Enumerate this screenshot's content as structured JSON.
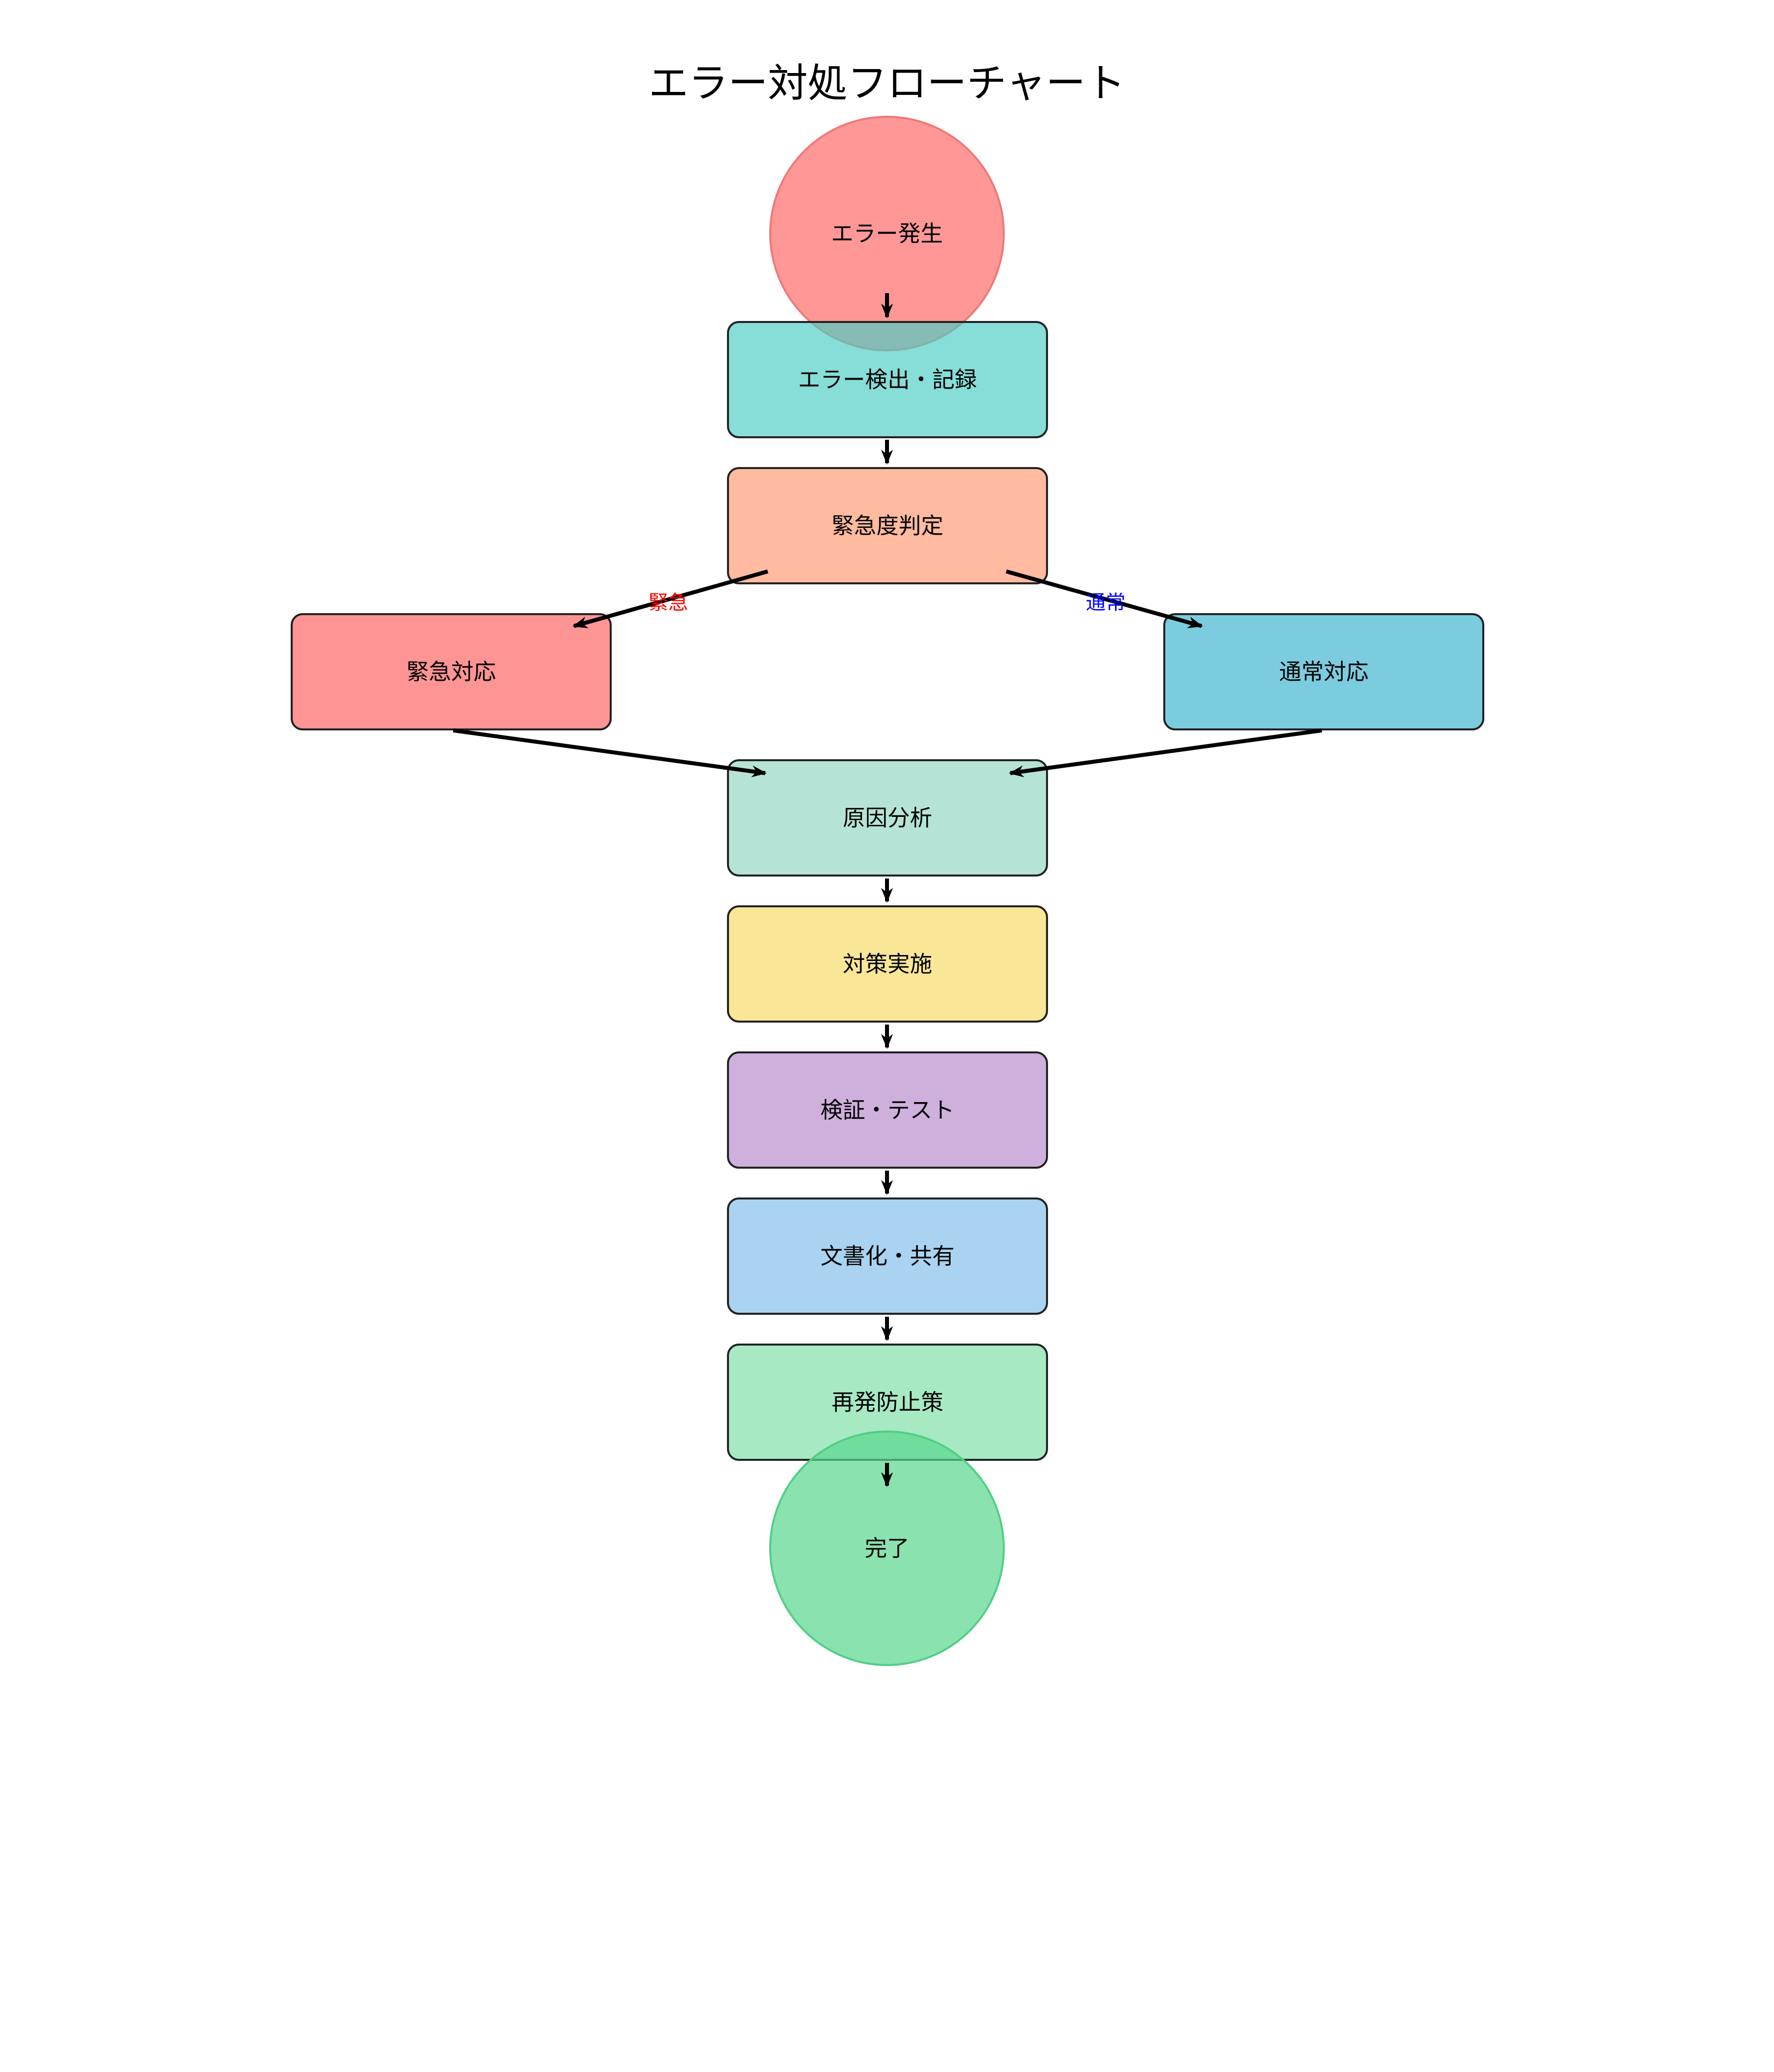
{
  "title": "エラー対処フローチャート",
  "nodes": [
    {
      "id": "start",
      "label": "エラー発生",
      "shape": "circle",
      "fill": "#ff8080",
      "stroke": "#f07878",
      "opacity": 0.82
    },
    {
      "id": "detect",
      "label": "エラー検出・記録",
      "shape": "rect",
      "fill": "#4ecdc4",
      "stroke": "#222222",
      "opacity": 0.68
    },
    {
      "id": "judge",
      "label": "緊急度判定",
      "shape": "rect",
      "fill": "#ffa07a",
      "stroke": "#222222",
      "opacity": 0.72
    },
    {
      "id": "urgent",
      "label": "緊急対応",
      "shape": "rect",
      "fill": "#ff6b6b",
      "stroke": "#222222",
      "opacity": 0.72
    },
    {
      "id": "normal",
      "label": "通常対応",
      "shape": "rect",
      "fill": "#45b7d1",
      "stroke": "#222222",
      "opacity": 0.7
    },
    {
      "id": "analysis",
      "label": "原因分析",
      "shape": "rect",
      "fill": "#96d9c6",
      "stroke": "#222222",
      "opacity": 0.7
    },
    {
      "id": "measure",
      "label": "対策実施",
      "shape": "rect",
      "fill": "#f7dc6f",
      "stroke": "#222222",
      "opacity": 0.72
    },
    {
      "id": "verify",
      "label": "検証・テスト",
      "shape": "rect",
      "fill": "#bb8fce",
      "stroke": "#222222",
      "opacity": 0.7
    },
    {
      "id": "document",
      "label": "文書化・共有",
      "shape": "rect",
      "fill": "#85c1e9",
      "stroke": "#222222",
      "opacity": 0.7
    },
    {
      "id": "prevent",
      "label": "再発防止策",
      "shape": "rect",
      "fill": "#82e0aa",
      "stroke": "#222222",
      "opacity": 0.7
    },
    {
      "id": "end",
      "label": "完了",
      "shape": "circle",
      "fill": "#58d68d",
      "stroke": "#4fcf85",
      "opacity": 0.7
    }
  ],
  "edges": [
    {
      "from": "start",
      "to": "detect",
      "label": "",
      "label_color": ""
    },
    {
      "from": "detect",
      "to": "judge",
      "label": "",
      "label_color": ""
    },
    {
      "from": "judge",
      "to": "urgent",
      "label": "緊急",
      "label_color": "#ff0000"
    },
    {
      "from": "judge",
      "to": "normal",
      "label": "通常",
      "label_color": "#0000ff"
    },
    {
      "from": "urgent",
      "to": "analysis",
      "label": "",
      "label_color": ""
    },
    {
      "from": "normal",
      "to": "analysis",
      "label": "",
      "label_color": ""
    },
    {
      "from": "analysis",
      "to": "measure",
      "label": "",
      "label_color": ""
    },
    {
      "from": "measure",
      "to": "verify",
      "label": "",
      "label_color": ""
    },
    {
      "from": "verify",
      "to": "document",
      "label": "",
      "label_color": ""
    },
    {
      "from": "document",
      "to": "prevent",
      "label": "",
      "label_color": ""
    },
    {
      "from": "prevent",
      "to": "end",
      "label": "",
      "label_color": ""
    }
  ]
}
